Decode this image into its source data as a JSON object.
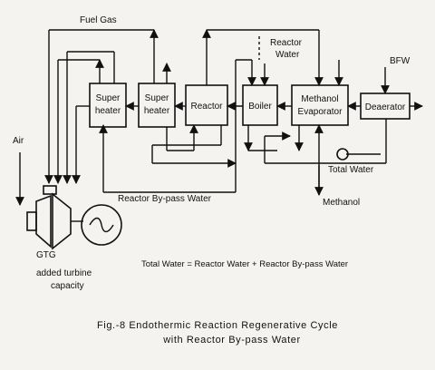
{
  "boxes": {
    "superheater1": [
      "Super",
      "heater"
    ],
    "superheater2": [
      "Super",
      "heater"
    ],
    "reactor": "Reactor",
    "boiler": "Boiler",
    "methanol_evaporator": [
      "Methanol",
      "Evaporator"
    ],
    "deaerator": "Deaerator"
  },
  "labels": {
    "fuel_gas": "Fuel Gas",
    "reactor_water": [
      "Reactor",
      "Water"
    ],
    "bfw": "BFW",
    "air": "Air",
    "total_water": "Total Water",
    "reactor_bypass_water": "Reactor By-pass Water",
    "methanol": "Methanol",
    "gtg": "GTG",
    "added_turbine_capacity": [
      "added turbine",
      "capacity"
    ]
  },
  "equation": "Total Water = Reactor Water + Reactor By-pass Water",
  "caption": [
    "Fig.-8 Endothermic Reaction Regenerative Cycle",
    "with Reactor By-pass Water"
  ]
}
